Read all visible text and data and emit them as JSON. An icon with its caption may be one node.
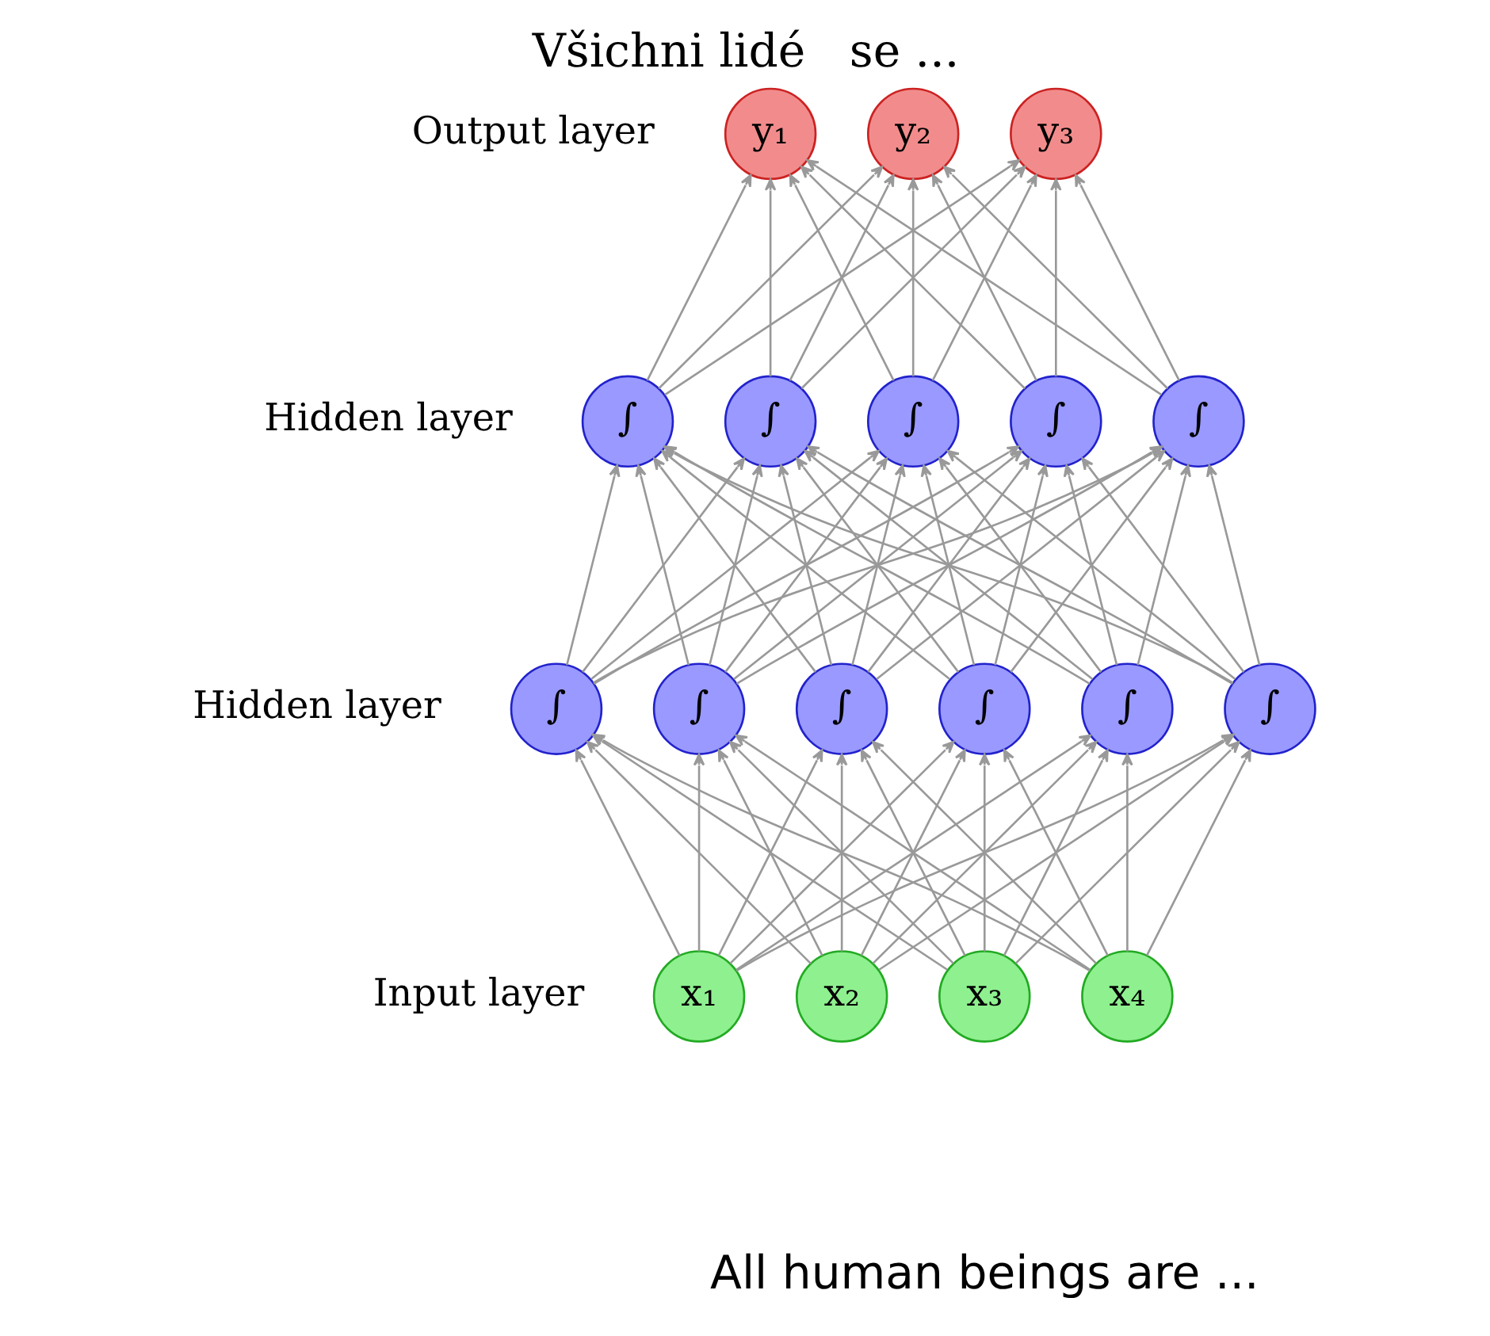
{
  "diagram": {
    "title": "Všichni lidé   se ...",
    "caption": "All human beings are ...",
    "nodes": [
      {
        "text": [
          "y₁"
        ]
      },
      {
        "text": [
          "y₂"
        ]
      },
      {
        "text": [
          "y₃"
        ]
      },
      {
        "text": [
          "∫"
        ]
      },
      {
        "text": [
          "∫"
        ]
      },
      {
        "text": [
          "∫"
        ]
      },
      {
        "text": [
          "∫"
        ]
      },
      {
        "text": [
          "∫"
        ]
      },
      {
        "text": [
          "∫"
        ]
      },
      {
        "text": [
          "∫"
        ]
      },
      {
        "text": [
          "∫"
        ]
      },
      {
        "text": [
          "∫"
        ]
      },
      {
        "text": [
          "∫"
        ]
      },
      {
        "text": [
          "∫"
        ]
      },
      {
        "text": [
          "x₁"
        ]
      },
      {
        "text": [
          "x₂"
        ]
      },
      {
        "text": [
          "x₃"
        ]
      },
      {
        "text": [
          "x₄"
        ]
      }
    ],
    "edges": [
      {
        "from": 14,
        "to": 8,
        "arrow": "to"
      },
      {
        "from": 14,
        "to": 9,
        "arrow": "to"
      },
      {
        "from": 14,
        "to": 10,
        "arrow": "to"
      },
      {
        "from": 14,
        "to": 11,
        "arrow": "to"
      },
      {
        "from": 14,
        "to": 12,
        "arrow": "to"
      },
      {
        "from": 14,
        "to": 13,
        "arrow": "to"
      },
      {
        "from": 15,
        "to": 8,
        "arrow": "to"
      },
      {
        "from": 15,
        "to": 9,
        "arrow": "to"
      },
      {
        "from": 15,
        "to": 10,
        "arrow": "to"
      },
      {
        "from": 15,
        "to": 11,
        "arrow": "to"
      },
      {
        "from": 15,
        "to": 12,
        "arrow": "to"
      },
      {
        "from": 15,
        "to": 13,
        "arrow": "to"
      },
      {
        "from": 16,
        "to": 8,
        "arrow": "to"
      },
      {
        "from": 16,
        "to": 9,
        "arrow": "to"
      },
      {
        "from": 16,
        "to": 10,
        "arrow": "to"
      },
      {
        "from": 16,
        "to": 11,
        "arrow": "to"
      },
      {
        "from": 16,
        "to": 12,
        "arrow": "to"
      },
      {
        "from": 16,
        "to": 13,
        "arrow": "to"
      },
      {
        "from": 17,
        "to": 8,
        "arrow": "to"
      },
      {
        "from": 17,
        "to": 9,
        "arrow": "to"
      },
      {
        "from": 17,
        "to": 10,
        "arrow": "to"
      },
      {
        "from": 17,
        "to": 11,
        "arrow": "to"
      },
      {
        "from": 17,
        "to": 12,
        "arrow": "to"
      },
      {
        "from": 17,
        "to": 13,
        "arrow": "to"
      },
      {
        "from": 8,
        "to": 3,
        "arrow": "to"
      },
      {
        "from": 8,
        "to": 4,
        "arrow": "to"
      },
      {
        "from": 8,
        "to": 5,
        "arrow": "to"
      },
      {
        "from": 8,
        "to": 6,
        "arrow": "to"
      },
      {
        "from": 8,
        "to": 7,
        "arrow": "to"
      },
      {
        "from": 9,
        "to": 3,
        "arrow": "to"
      },
      {
        "from": 9,
        "to": 4,
        "arrow": "to"
      },
      {
        "from": 9,
        "to": 5,
        "arrow": "to"
      },
      {
        "from": 9,
        "to": 6,
        "arrow": "to"
      },
      {
        "from": 9,
        "to": 7,
        "arrow": "to"
      },
      {
        "from": 10,
        "to": 3,
        "arrow": "to"
      },
      {
        "from": 10,
        "to": 4,
        "arrow": "to"
      },
      {
        "from": 10,
        "to": 5,
        "arrow": "to"
      },
      {
        "from": 10,
        "to": 6,
        "arrow": "to"
      },
      {
        "from": 10,
        "to": 7,
        "arrow": "to"
      },
      {
        "from": 11,
        "to": 3,
        "arrow": "to"
      },
      {
        "from": 11,
        "to": 4,
        "arrow": "to"
      },
      {
        "from": 11,
        "to": 5,
        "arrow": "to"
      },
      {
        "from": 11,
        "to": 6,
        "arrow": "to"
      },
      {
        "from": 11,
        "to": 7,
        "arrow": "to"
      },
      {
        "from": 12,
        "to": 3,
        "arrow": "to"
      },
      {
        "from": 12,
        "to": 4,
        "arrow": "to"
      },
      {
        "from": 12,
        "to": 5,
        "arrow": "to"
      },
      {
        "from": 12,
        "to": 6,
        "arrow": "to"
      },
      {
        "from": 12,
        "to": 7,
        "arrow": "to"
      },
      {
        "from": 13,
        "to": 3,
        "arrow": "to"
      },
      {
        "from": 13,
        "to": 4,
        "arrow": "to"
      },
      {
        "from": 13,
        "to": 5,
        "arrow": "to"
      },
      {
        "from": 13,
        "to": 6,
        "arrow": "to"
      },
      {
        "from": 13,
        "to": 7,
        "arrow": "to"
      },
      {
        "from": 3,
        "to": 0,
        "arrow": "to"
      },
      {
        "from": 3,
        "to": 1,
        "arrow": "to"
      },
      {
        "from": 3,
        "to": 2,
        "arrow": "to"
      },
      {
        "from": 4,
        "to": 0,
        "arrow": "to"
      },
      {
        "from": 4,
        "to": 1,
        "arrow": "to"
      },
      {
        "from": 4,
        "to": 2,
        "arrow": "to"
      },
      {
        "from": 5,
        "to": 0,
        "arrow": "to"
      },
      {
        "from": 5,
        "to": 1,
        "arrow": "to"
      },
      {
        "from": 5,
        "to": 2,
        "arrow": "to"
      },
      {
        "from": 6,
        "to": 0,
        "arrow": "to"
      },
      {
        "from": 6,
        "to": 1,
        "arrow": "to"
      },
      {
        "from": 6,
        "to": 2,
        "arrow": "to"
      },
      {
        "from": 7,
        "to": 0,
        "arrow": "to"
      },
      {
        "from": 7,
        "to": 1,
        "arrow": "to"
      },
      {
        "from": 7,
        "to": 2,
        "arrow": "to"
      }
    ],
    "labels": [
      "Output layer",
      "Hidden layer",
      "Hidden layer",
      "Input layer"
    ]
  }
}
